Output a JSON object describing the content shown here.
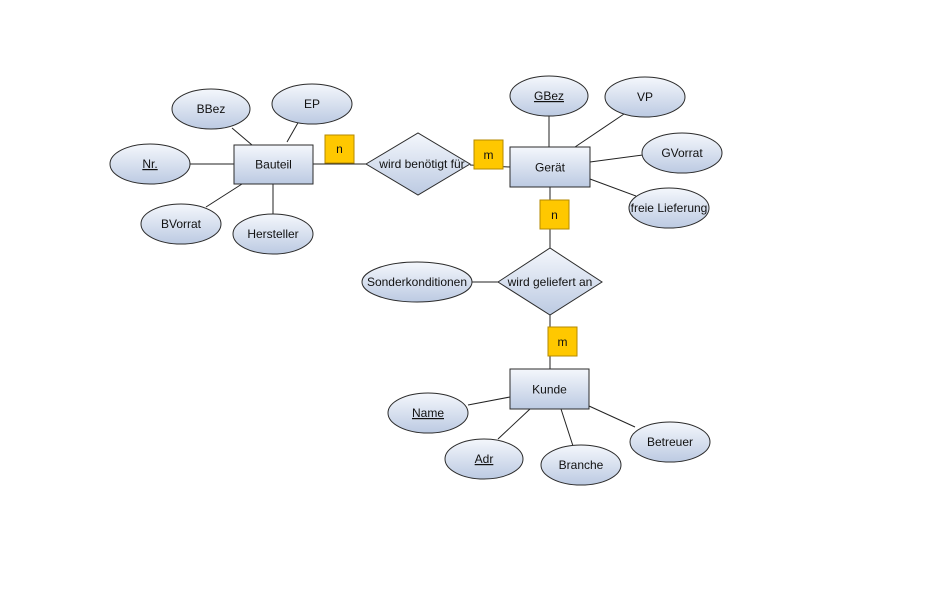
{
  "colors": {
    "entity_fill_top": "#f4f7fc",
    "entity_fill_bottom": "#bccae2",
    "stroke": "#2b2b2b",
    "line": "#222222",
    "cardinality_fill": "#ffc800",
    "cardinality_stroke": "#b58a00"
  },
  "entities": {
    "bauteil": "Bauteil",
    "geraet": "Gerät",
    "kunde": "Kunde"
  },
  "relationships": {
    "benoetigt": "wird benötigt für",
    "geliefert": "wird geliefert an"
  },
  "attributes": {
    "bbez": "BBez",
    "ep": "EP",
    "nr": "Nr.",
    "bvorrat": "BVorrat",
    "hersteller": "Hersteller",
    "gbez": "GBez",
    "vp": "VP",
    "gvorrat": "GVorrat",
    "freie_lieferung": "freie Lieferung",
    "sonderkonditionen": "Sonderkonditionen",
    "name": "Name",
    "adr": "Adr",
    "branche": "Branche",
    "betreuer": "Betreuer"
  },
  "cardinalities": {
    "bauteil_benoetigt": "n",
    "benoetigt_geraet": "m",
    "geraet_geliefert": "n",
    "geliefert_kunde": "m"
  }
}
